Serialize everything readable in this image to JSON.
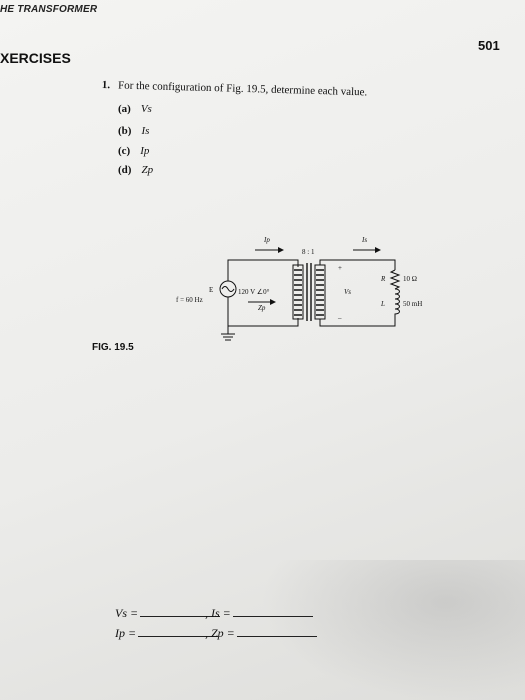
{
  "header": {
    "chapter_title": "HE TRANSFORMER",
    "page_number": "501",
    "section_title": "XERCISES"
  },
  "exercise": {
    "number": "1.",
    "prompt": "For the configuration of Fig. 19.5, determine each value.",
    "parts": [
      {
        "tag": "(a)",
        "var": "Vs"
      },
      {
        "tag": "(b)",
        "var": "Is"
      },
      {
        "tag": "(c)",
        "var": "Ip"
      },
      {
        "tag": "(d)",
        "var": "Zp"
      }
    ]
  },
  "figure": {
    "label": "FIG. 19.5",
    "source_label": "E",
    "source_value": "120 V ∠0°",
    "frequency": "f = 60 Hz",
    "ratio": "8 : 1",
    "primary_current": "Ip",
    "secondary_current": "Is",
    "primary_impedance": "Zp",
    "secondary_voltage": "Vs",
    "plus": "+",
    "minus": "–",
    "resistor_label": "R",
    "resistor_value": "10 Ω",
    "inductor_label": "L",
    "inductor_value": "50 mH"
  },
  "answers": {
    "vs": "Vs =",
    "is": ", Is =",
    "ip": "Ip =",
    "zp": ", Zp ="
  }
}
